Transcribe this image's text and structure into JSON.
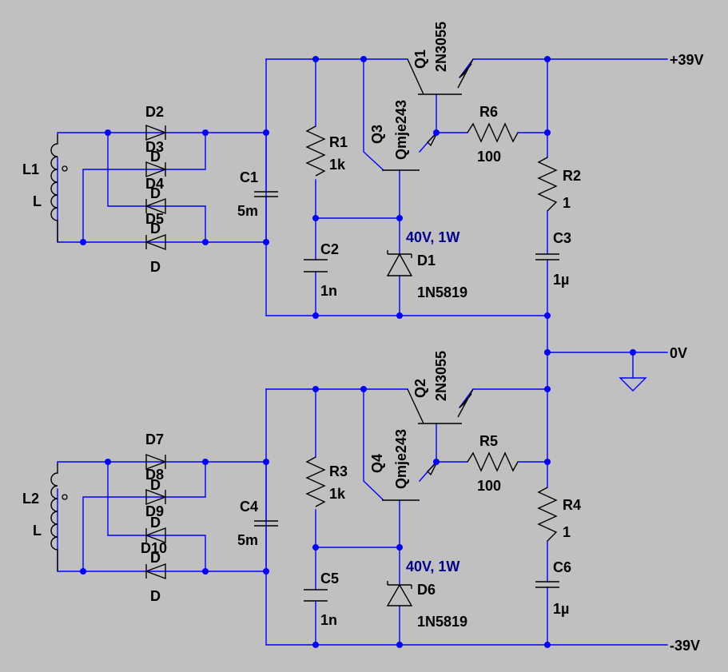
{
  "rails": {
    "pos": "+39V",
    "gnd": "0V",
    "neg": "-39V"
  },
  "top": {
    "inductor": {
      "ref": "L1",
      "value": "L"
    },
    "diodes": [
      {
        "ref": "D2",
        "value": "D"
      },
      {
        "ref": "D3",
        "value": "D"
      },
      {
        "ref": "D4",
        "value": "D"
      },
      {
        "ref": "D5",
        "value": "D"
      }
    ],
    "c_filter": {
      "ref": "C1",
      "value": "5m"
    },
    "r_bias": {
      "ref": "R1",
      "value": "1k"
    },
    "c_small": {
      "ref": "C2",
      "value": "1n"
    },
    "driver": {
      "ref": "Q3",
      "value": "Qmje243"
    },
    "pass": {
      "ref": "Q1",
      "value": "2N3055"
    },
    "zener": {
      "ref": "D1",
      "value": "1N5819",
      "note": "40V, 1W"
    },
    "r_base": {
      "ref": "R6",
      "value": "100"
    },
    "r_out": {
      "ref": "R2",
      "value": "1"
    },
    "c_out": {
      "ref": "C3",
      "value": "1µ"
    }
  },
  "bottom": {
    "inductor": {
      "ref": "L2",
      "value": "L"
    },
    "diodes": [
      {
        "ref": "D7",
        "value": "D"
      },
      {
        "ref": "D8",
        "value": "D"
      },
      {
        "ref": "D9",
        "value": "D"
      },
      {
        "ref": "D10",
        "value": "D"
      }
    ],
    "c_filter": {
      "ref": "C4",
      "value": "5m"
    },
    "r_bias": {
      "ref": "R3",
      "value": "1k"
    },
    "c_small": {
      "ref": "C5",
      "value": "1n"
    },
    "driver": {
      "ref": "Q4",
      "value": "Qmje243"
    },
    "pass": {
      "ref": "Q2",
      "value": "2N3055"
    },
    "zener": {
      "ref": "D6",
      "value": "1N5819",
      "note": "40V, 1W"
    },
    "r_base": {
      "ref": "R5",
      "value": "100"
    },
    "r_out": {
      "ref": "R4",
      "value": "1"
    },
    "c_out": {
      "ref": "C6",
      "value": "1µ"
    }
  }
}
